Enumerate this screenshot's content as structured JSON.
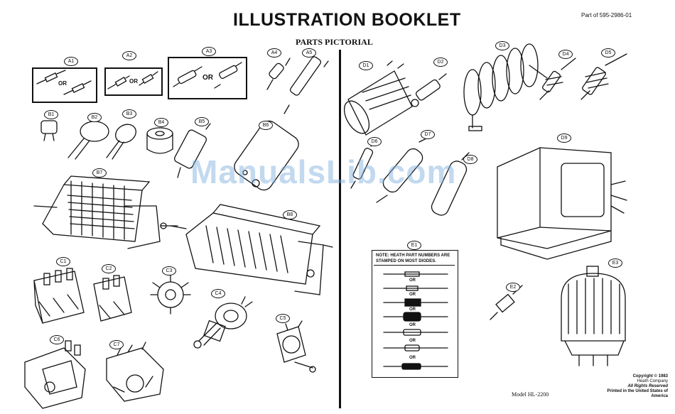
{
  "header": {
    "title": "ILLUSTRATION BOOKLET",
    "part_of": "Part of 595-2986-01",
    "subtitle": "PARTS PICTORIAL"
  },
  "labels": {
    "A1": "A1",
    "A2": "A2",
    "A3": "A3",
    "A4": "A4",
    "A5": "A5",
    "B1": "B1",
    "B2": "B2",
    "B3": "B3",
    "B4": "B4",
    "B5": "B5",
    "B6": "B6",
    "B7": "B7",
    "B8": "B8",
    "C1": "C1",
    "C2": "C2",
    "C3": "C3",
    "C4": "C4",
    "C5": "C5",
    "C6": "C6",
    "C7": "C7",
    "D1": "D1",
    "D2": "D2",
    "D3": "D3",
    "D4": "D4",
    "D5": "D5",
    "D6": "D6",
    "D7": "D7",
    "D8": "D8",
    "D9": "D9",
    "E1": "E1",
    "E2": "E2",
    "E3": "E3"
  },
  "or_text": "OR",
  "note": "NOTE:  HEATH PART NUMBERS ARE STAMPED ON MOST DIODES.",
  "watermark": "ManualsLib.com",
  "footer": {
    "copyright": "Copyright © 1983",
    "company": "Heath Company",
    "rights": "All Rights Reserved",
    "printed": "Printed in the United States of America",
    "model": "Model HL-2200"
  }
}
